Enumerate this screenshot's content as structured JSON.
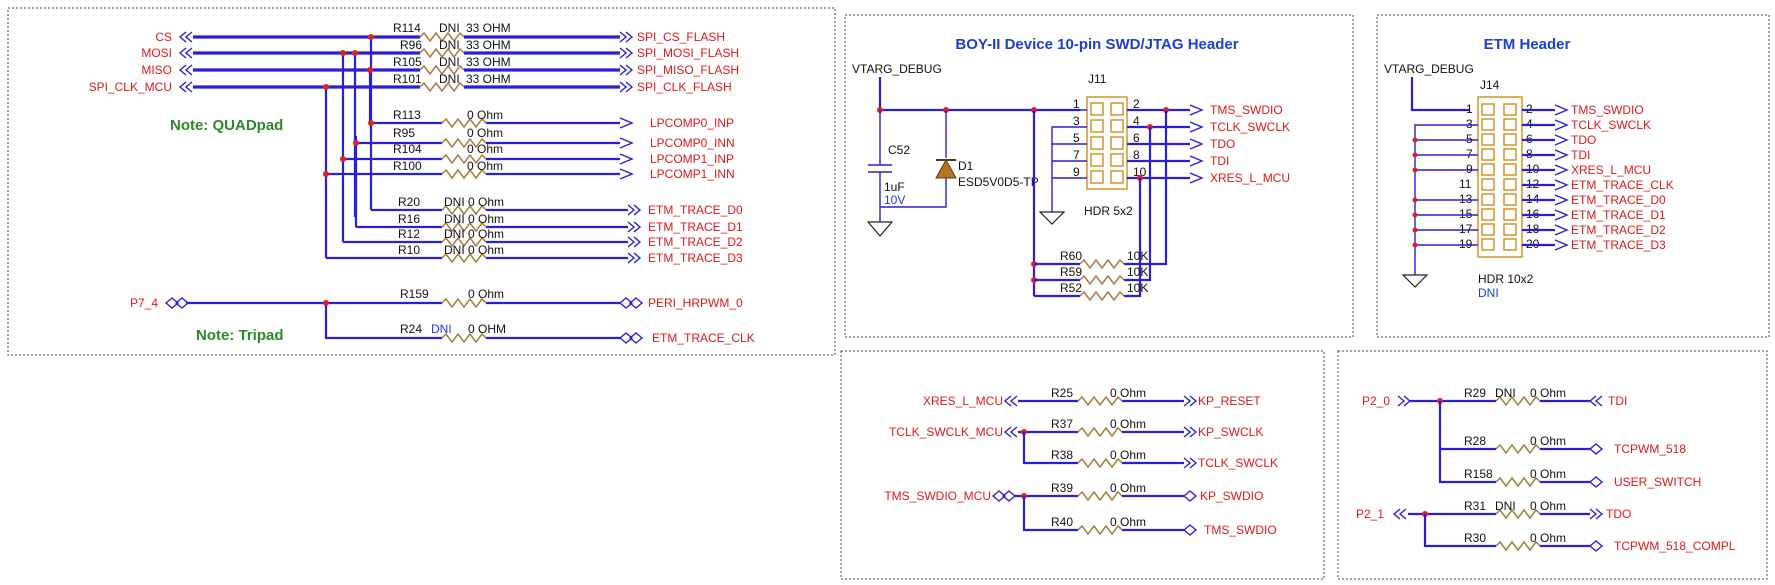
{
  "left_panel": {
    "inputs": [
      "CS",
      "MOSI",
      "MISO",
      "SPI_CLK_MCU"
    ],
    "spi_resistors": [
      {
        "ref": "R114",
        "note": "DNI",
        "value": "33 OHM",
        "net": "SPI_CS_FLASH"
      },
      {
        "ref": "R96",
        "note": "DNI",
        "value": "33 OHM",
        "net": "SPI_MOSI_FLASH"
      },
      {
        "ref": "R105",
        "note": "DNI",
        "value": "33 OHM",
        "net": "SPI_MISO_FLASH"
      },
      {
        "ref": "R101",
        "note": "DNI",
        "value": "33 OHM",
        "net": "SPI_CLK_FLASH"
      }
    ],
    "lpcomp_resistors": [
      {
        "ref": "R113",
        "value": "0 Ohm",
        "net": "LPCOMP0_INP"
      },
      {
        "ref": "R95",
        "value": "0 Ohm",
        "net": "LPCOMP0_INN"
      },
      {
        "ref": "R104",
        "value": "0 Ohm",
        "net": "LPCOMP1_INP"
      },
      {
        "ref": "R100",
        "value": "0 Ohm",
        "net": "LPCOMP1_INN"
      }
    ],
    "etm_resistors": [
      {
        "ref": "R20",
        "note": "DNI",
        "value": "0 Ohm",
        "net": "ETM_TRACE_D0"
      },
      {
        "ref": "R16",
        "note": "DNI",
        "value": "0 Ohm",
        "net": "ETM_TRACE_D1"
      },
      {
        "ref": "R12",
        "note": "DNI",
        "value": "0 Ohm",
        "net": "ETM_TRACE_D2"
      },
      {
        "ref": "R10",
        "note": "DNI",
        "value": "0 Ohm",
        "net": "ETM_TRACE_D3"
      }
    ],
    "note_quad": "Note: QUADpad",
    "p7_label": "P7_4",
    "r159": {
      "ref": "R159",
      "value": "0 Ohm",
      "net": "PERI_HRPWM_0"
    },
    "r24": {
      "ref": "R24",
      "note": "DNI",
      "value": "0 OHM",
      "net": "ETM_TRACE_CLK"
    },
    "note_tri": "Note: Tripad"
  },
  "swd_panel": {
    "title": "BOY-II Device 10-pin SWD/JTAG Header",
    "vtarg": "VTARG_DEBUG",
    "cap_ref": "C52",
    "cap_val": "1uF",
    "cap_volt": "10V",
    "diode_ref": "D1",
    "diode_part": "ESD5V0D5-TP",
    "header_ref": "J11",
    "header_type": "HDR 5x2",
    "left_pins": [
      "1",
      "3",
      "5",
      "7",
      "9"
    ],
    "right_pins": [
      "2",
      "4",
      "6",
      "8",
      "10"
    ],
    "nets": [
      "TMS_SWDIO",
      "TCLK_SWCLK",
      "TDO",
      "TDI",
      "XRES_L_MCU"
    ],
    "pullups": [
      {
        "ref": "R60",
        "value": "10K"
      },
      {
        "ref": "R59",
        "value": "10K"
      },
      {
        "ref": "R52",
        "value": "10K"
      }
    ]
  },
  "etm_panel": {
    "title": "ETM Header",
    "vtarg": "VTARG_DEBUG",
    "header_ref": "J14",
    "header_type": "HDR 10x2",
    "header_note": "DNI",
    "left_pins": [
      "1",
      "3",
      "5",
      "7",
      "9",
      "11",
      "13",
      "15",
      "17",
      "19"
    ],
    "right_pins": [
      "2",
      "4",
      "6",
      "8",
      "10",
      "12",
      "14",
      "16",
      "18",
      "20"
    ],
    "nets": [
      "TMS_SWDIO",
      "TCLK_SWCLK",
      "TDO",
      "TDI",
      "XRES_L_MCU",
      "ETM_TRACE_CLK",
      "ETM_TRACE_D0",
      "ETM_TRACE_D1",
      "ETM_TRACE_D2",
      "ETM_TRACE_D3"
    ]
  },
  "kp_panel": {
    "rows": [
      {
        "in": "XRES_L_MCU",
        "ref": "R25",
        "value": "0 Ohm",
        "out": "KP_RESET"
      },
      {
        "in": "TCLK_SWCLK_MCU",
        "ref": "R37",
        "value": "0 Ohm",
        "out": "KP_SWCLK"
      },
      {
        "in": "",
        "ref": "R38",
        "value": "0 Ohm",
        "out": "TCLK_SWCLK"
      },
      {
        "in": "TMS_SWDIO_MCU",
        "ref": "R39",
        "value": "0 Ohm",
        "out": "KP_SWDIO"
      },
      {
        "in": "",
        "ref": "R40",
        "value": "0 Ohm",
        "out": "TMS_SWDIO"
      }
    ]
  },
  "p2_panel": {
    "p2_0": "P2_0",
    "p2_1": "P2_1",
    "rows": [
      {
        "ref": "R29",
        "note": "DNI",
        "value": "0 Ohm",
        "out": "TDI"
      },
      {
        "ref": "R28",
        "note": "",
        "value": "0 Ohm",
        "out": "TCPWM_518"
      },
      {
        "ref": "R158",
        "note": "",
        "value": "0 Ohm",
        "out": "USER_SWITCH"
      },
      {
        "ref": "R31",
        "note": "DNI",
        "value": "0 Ohm",
        "out": "TDO"
      },
      {
        "ref": "R30",
        "note": "",
        "value": "0 Ohm",
        "out": "TCPWM_518_COMPL"
      }
    ]
  }
}
